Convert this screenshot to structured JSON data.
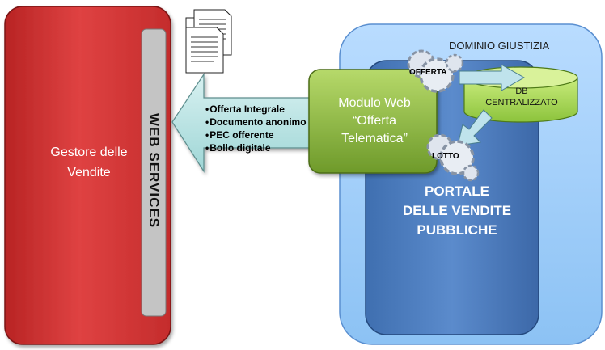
{
  "gestore": {
    "label": "Gestore delle\nVendite",
    "color": "#d63a3a"
  },
  "web_services": {
    "label": "WEB SERVICES"
  },
  "arrow_items": [
    "Offerta Integrale",
    "Documento anonimo",
    "PEC offerente",
    "Bollo digitale"
  ],
  "dominio": {
    "label": "DOMINIO GIUSTIZIA"
  },
  "portale": {
    "label": "PORTALE\nDELLE VENDITE\nPUBBLICHE"
  },
  "modulo": {
    "label": "Modulo Web\n“Offerta\nTelematica”"
  },
  "db": {
    "label": "DB\nCENTRALIZZATO"
  },
  "gears": {
    "offerta": "OFFERTA",
    "lotto": "LOTTO"
  },
  "icons": {
    "documents": "documents-icon",
    "gear": "gear-icon"
  }
}
